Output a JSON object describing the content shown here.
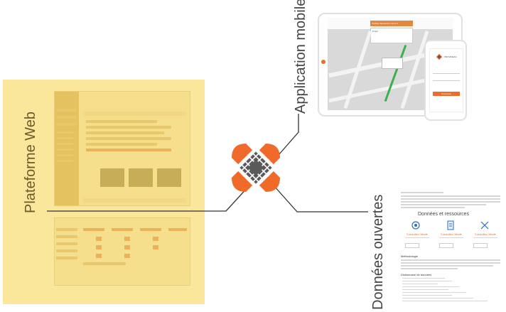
{
  "labels": {
    "web": "Plateforme Web",
    "mobile": "Application mobile",
    "open_data": "Données ouvertes"
  },
  "mobile": {
    "tablet_dropdown_selected": "Vérifiée Intersection 12 et 3",
    "tablet_dropdown_option": "Projet",
    "phone_brand": "PROVIDEAS",
    "phone_login_button": "Connexion"
  },
  "open_data": {
    "section_title": "Données et ressources",
    "resources": [
      {
        "icon": "data-globe-icon",
        "link": "Consulter l'étude"
      },
      {
        "icon": "data-doc-icon",
        "link": "Consulter l'étude"
      },
      {
        "icon": "data-map-icon",
        "link": "Consulter l'étude"
      }
    ],
    "methodology_title": "Méthodologie",
    "dictionary_title": "Dictionnaire de données"
  },
  "colors": {
    "accent": "#f06a2a",
    "logo_dark": "#555555",
    "web_panel": "#fbe79b",
    "connector": "#333333"
  }
}
